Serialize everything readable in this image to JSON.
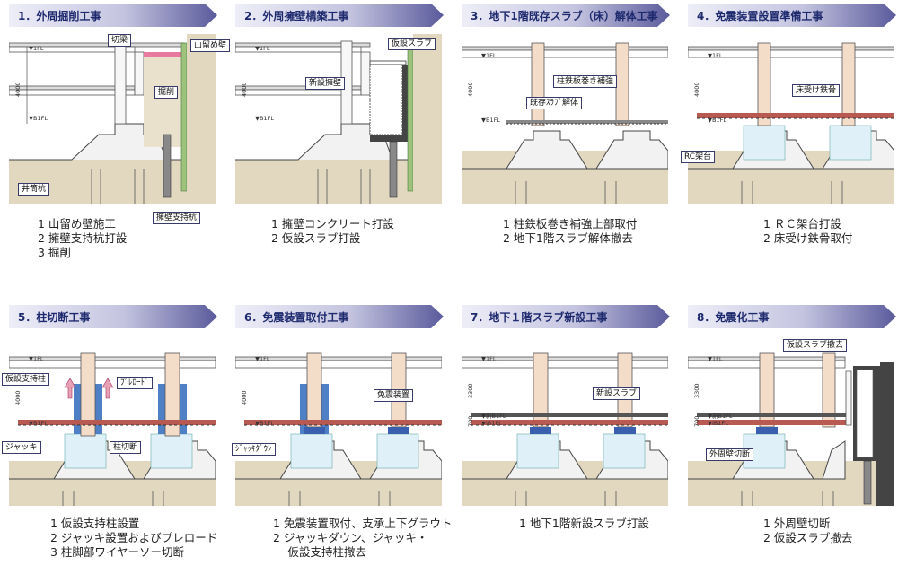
{
  "colors": {
    "header_dark": "#6a6aa8",
    "header_light": "#eeeef8",
    "header_text": "#1e2a6e",
    "soil": "#e2d8c0",
    "concrete": "#f2f2f2",
    "seismic_support": "#dff0f8",
    "steel_floor": "#b85a52",
    "column_band": "#f4ddc8",
    "wall_green": "#9cc27e",
    "shoring_pink": "#e87aa0",
    "isolator": "#3a5fae"
  },
  "panels": [
    {
      "title": "1．外周掘削工事",
      "caption": [
        "1 山留め壁施工",
        "2 擁壁支持杭打設",
        "3 掘削"
      ],
      "labels": {
        "a": "切梁",
        "b": "山留め壁",
        "c": "掘削",
        "d": "井筒杭",
        "e": "擁壁支持杭"
      },
      "levels": {
        "fl": "▼1FL",
        "b1": "▼B1FL",
        "dim": "4000"
      }
    },
    {
      "title": "2．外周擁壁構築工事",
      "caption": [
        "1 擁壁コンクリート打設",
        "2 仮設スラブ打設"
      ],
      "labels": {
        "a": "仮設スラブ",
        "b": "新設擁壁"
      },
      "levels": {
        "fl": "▼1FL",
        "b1": "▼B1FL",
        "dim": "4000"
      }
    },
    {
      "title": "3．地下1階既存スラブ（床）解体工事",
      "caption": [
        "1 柱鉄板巻き補強上部取付",
        "2 地下1階スラブ解体撤去"
      ],
      "labels": {
        "a": "柱鉄板巻き補強",
        "b": "既存ｽﾗﾌﾞ解体"
      },
      "levels": {
        "fl": "▼1FL",
        "b1": "▼B1FL",
        "dim": "4000"
      }
    },
    {
      "title": "4．免震装置設置準備工事",
      "caption": [
        "1 ＲＣ架台打設",
        "2 床受け鉄骨取付"
      ],
      "labels": {
        "a": "床受け鉄骨",
        "b": "RC架台"
      },
      "levels": {
        "fl": "▼1FL",
        "b1": "▼B1FL",
        "dim": "4000"
      }
    },
    {
      "title": "5．柱切断工事",
      "caption": [
        "1 仮設支持柱設置",
        "2 ジャッキ設置およびプレロード",
        "3 柱脚部ワイヤーソー切断"
      ],
      "labels": {
        "a": "仮設支持柱",
        "b": "ﾌﾟﾚﾛｰﾄﾞ",
        "c": "ジャッキ",
        "d": "柱切断"
      },
      "levels": {
        "fl": "▼1FL",
        "b1": "▼B1FL",
        "dim": "4000"
      }
    },
    {
      "title": "6．免震装置取付工事",
      "caption": [
        "1 免震装置取付、支承上下グラウト",
        "2 ジャッキダウン、ジャッキ・",
        "　 仮設支持柱撤去"
      ],
      "labels": {
        "a": "免震装置",
        "b": "ｼﾞｬｯｷﾀﾞｳﾝ"
      },
      "levels": {
        "fl": "▼1FL",
        "b1": "▼B1FL",
        "dim": "4000"
      }
    },
    {
      "title": "7．地下１階スラブ新設工事",
      "caption": [
        "1 地下1階新設スラブ打設"
      ],
      "labels": {
        "a": "新設スラブ"
      },
      "levels": {
        "fl": "▼1FL",
        "b1": "▼IB1FL",
        "b1n": "▼新B1FL",
        "dim": "3300",
        "dim2": "700"
      }
    },
    {
      "title": "8．免震化工事",
      "caption": [
        "1 外周壁切断",
        "2 仮設スラブ撤去"
      ],
      "labels": {
        "a": "仮設スラブ撤去",
        "b": "外周壁切断"
      },
      "levels": {
        "fl": "▼1FL",
        "b1": "▼IB1FL",
        "b1n": "▼新B1FL",
        "dim": "3300",
        "dim2": "700"
      }
    }
  ]
}
